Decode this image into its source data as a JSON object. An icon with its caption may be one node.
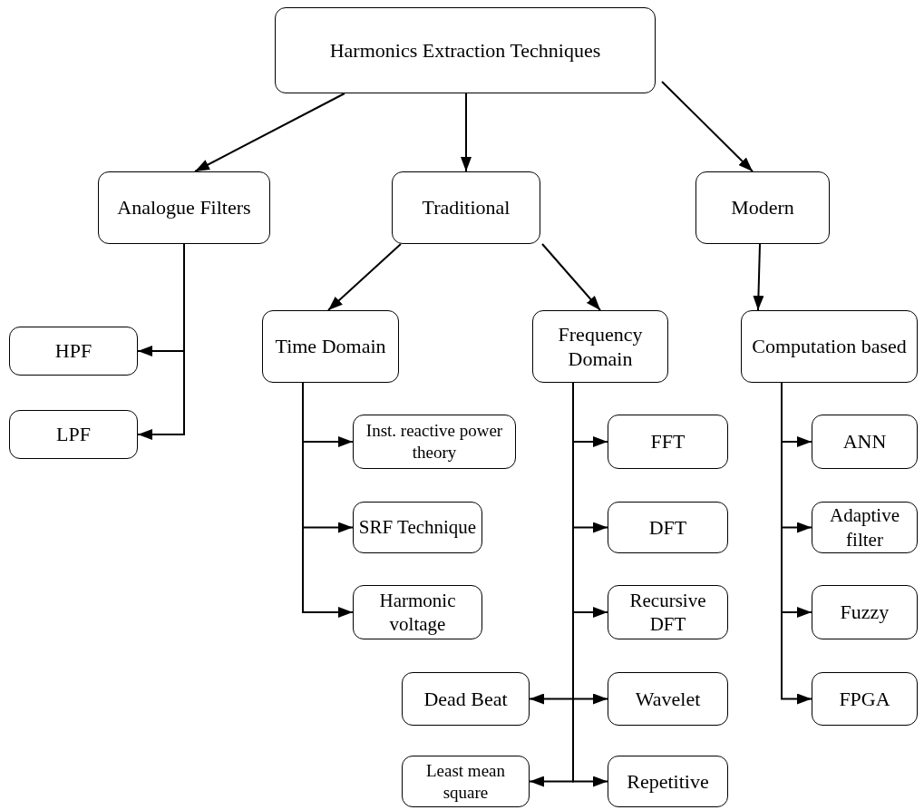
{
  "diagram": {
    "nodes": [
      {
        "text": [
          "Harmonics Extraction Techniques"
        ]
      },
      {
        "text": [
          "Analogue Filters"
        ]
      },
      {
        "text": [
          "Traditional"
        ]
      },
      {
        "text": [
          "Modern"
        ]
      },
      {
        "text": [
          "HPF"
        ]
      },
      {
        "text": [
          "LPF"
        ]
      },
      {
        "text": [
          "Time Domain"
        ]
      },
      {
        "text": [
          "Frequency Domain"
        ]
      },
      {
        "text": [
          "Computation based"
        ]
      },
      {
        "text": [
          "Inst. reactive power theory"
        ]
      },
      {
        "text": [
          "SRF Technique"
        ]
      },
      {
        "text": [
          "Harmonic voltage"
        ]
      },
      {
        "text": [
          "FFT"
        ]
      },
      {
        "text": [
          "DFT"
        ]
      },
      {
        "text": [
          "Recursive DFT"
        ]
      },
      {
        "text": [
          "Dead Beat"
        ]
      },
      {
        "text": [
          "Wavelet"
        ]
      },
      {
        "text": [
          "Least mean square"
        ]
      },
      {
        "text": [
          "Repetitive"
        ]
      },
      {
        "text": [
          "ANN"
        ]
      },
      {
        "text": [
          "Adaptive filter"
        ]
      },
      {
        "text": [
          "Fuzzy"
        ]
      },
      {
        "text": [
          "FPGA"
        ]
      }
    ],
    "edges": [
      {
        "from": 0,
        "to": 1,
        "arrow": "to"
      },
      {
        "from": 0,
        "to": 2,
        "arrow": "to"
      },
      {
        "from": 0,
        "to": 3,
        "arrow": "to"
      },
      {
        "from": 1,
        "to": 4,
        "arrow": "to"
      },
      {
        "from": 1,
        "to": 5,
        "arrow": "to"
      },
      {
        "from": 2,
        "to": 6,
        "arrow": "to"
      },
      {
        "from": 2,
        "to": 7,
        "arrow": "to"
      },
      {
        "from": 3,
        "to": 8,
        "arrow": "to"
      },
      {
        "from": 6,
        "to": 9,
        "arrow": "to"
      },
      {
        "from": 6,
        "to": 10,
        "arrow": "to"
      },
      {
        "from": 6,
        "to": 11,
        "arrow": "to"
      },
      {
        "from": 7,
        "to": 12,
        "arrow": "to"
      },
      {
        "from": 7,
        "to": 13,
        "arrow": "to"
      },
      {
        "from": 7,
        "to": 14,
        "arrow": "to"
      },
      {
        "from": 7,
        "to": 15,
        "arrow": "to"
      },
      {
        "from": 7,
        "to": 16,
        "arrow": "to"
      },
      {
        "from": 7,
        "to": 17,
        "arrow": "to"
      },
      {
        "from": 7,
        "to": 18,
        "arrow": "to"
      },
      {
        "from": 8,
        "to": 19,
        "arrow": "to"
      },
      {
        "from": 8,
        "to": 20,
        "arrow": "to"
      },
      {
        "from": 8,
        "to": 21,
        "arrow": "to"
      },
      {
        "from": 8,
        "to": 22,
        "arrow": "to"
      }
    ]
  }
}
